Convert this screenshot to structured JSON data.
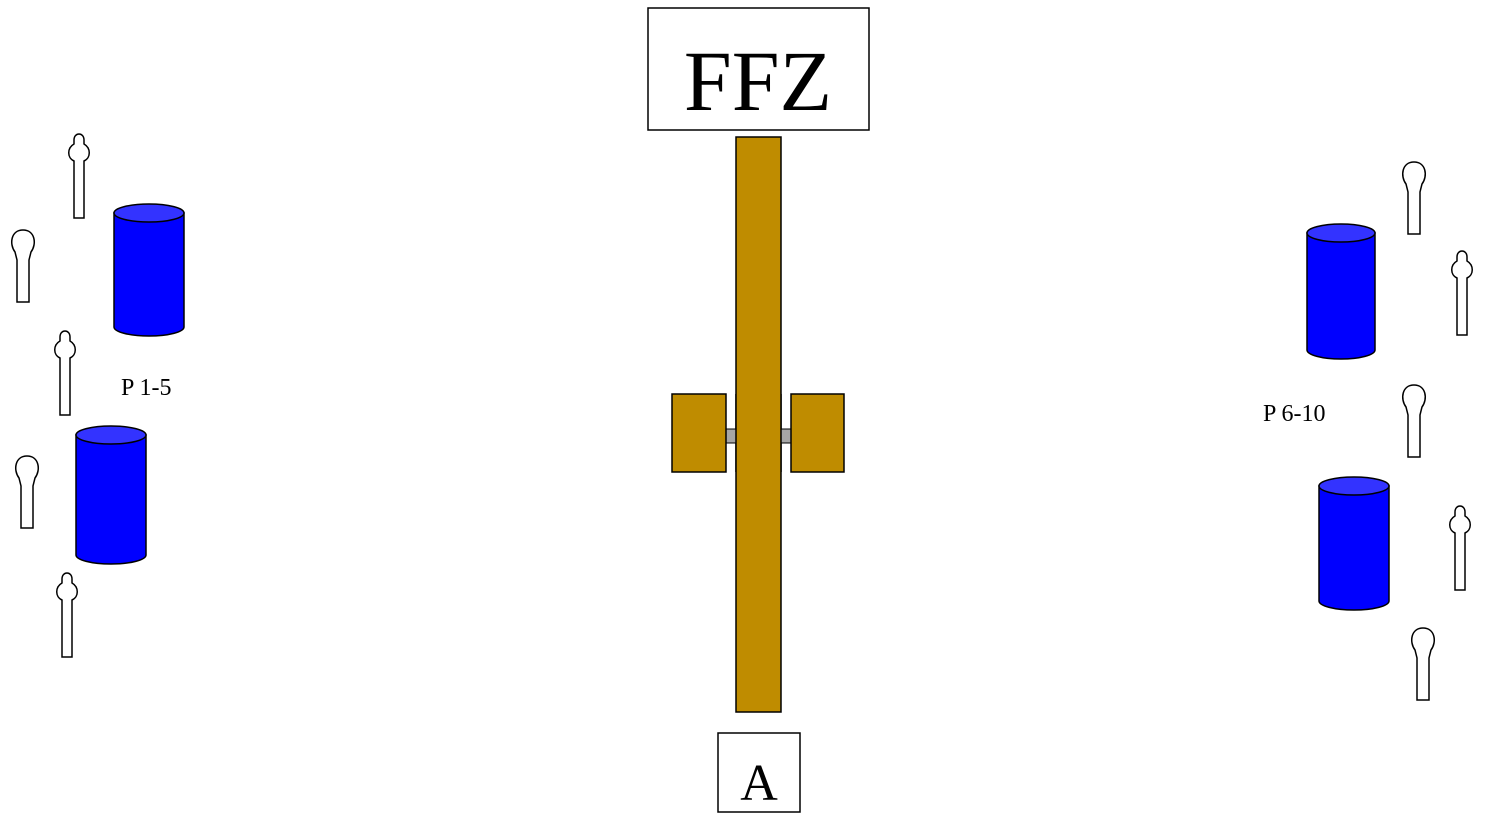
{
  "diagram": {
    "top_box_label": "FFZ",
    "bottom_box_label": "A",
    "group_left_label": "P 1-5",
    "group_right_label": "P 6-10"
  },
  "colors": {
    "bar": "#bf8c00",
    "cylinder": "#0000ff",
    "cylinder_top": "#3333ff",
    "connector": "#a6a6a6",
    "outline": "#000000",
    "background": "#ffffff"
  },
  "icons": {
    "figure": "person-silhouette-icon",
    "container": "blue-cylinder-icon"
  }
}
